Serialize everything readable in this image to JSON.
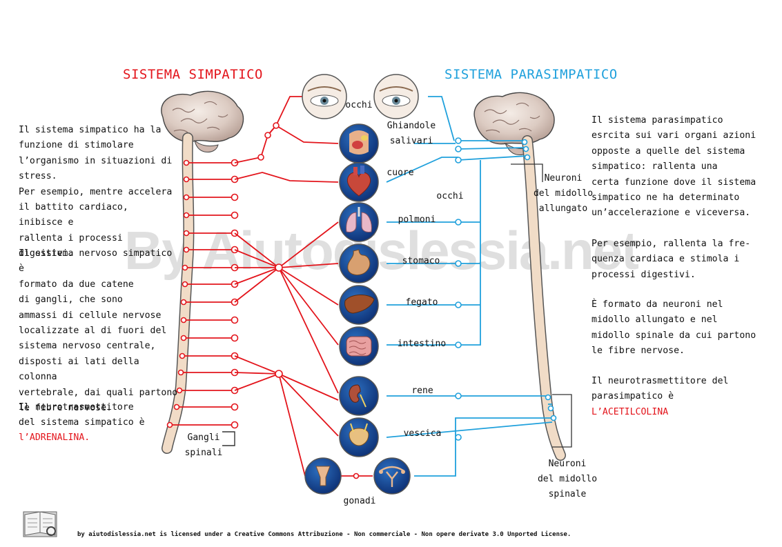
{
  "titles": {
    "sympathetic": "SISTEMA SIMPATICO",
    "parasympathetic": "SISTEMA PARASIMPATICO"
  },
  "colors": {
    "sympathetic": "#e3141b",
    "parasympathetic": "#1fa0dc"
  },
  "left_text": {
    "p1": "Il sistema simpatico ha la\nfunzione di stimolare\nl’organismo in situazioni di\nstress.\nPer esempio, mentre accelera\nil battito cardiaco, inibisce e\nrallenta i processi digestivi.",
    "p2": "Il sistema nervoso simpatico è\nformato da due catene\ndi gangli, che sono\nammassi di cellule nervose\nlocalizzate al di fuori del\nsistema nervoso centrale,\ndisposti ai lati della colonna\nvertebrale, dai quali partono\nle fibre nervose.",
    "p3": "Il neurotrasmettitore\ndel sistema simpatico è",
    "neurotransmitter": "l’ADRENALINA."
  },
  "right_text": {
    "p1": "Il sistema parasimpatico\nesrcita sui vari organi azioni\nopposte a quelle del sistema\nsimpatico: rallenta una\ncerta funzione dove il sistema\nsimpatico ne ha determinato\nun’accelerazione e viceversa.",
    "p2": "Per esempio, rallenta la fre-\nquenza cardiaca e stimola i\nprocessi digestivi.",
    "p3": "È formato da neuroni nel\nmidollo allungato e nel\nmidollo spinale da cui partono\nle fibre nervose.",
    "p4": "Il neurotrasmettitore del\nparasimpatico è",
    "neurotransmitter": "L’ACETILCOLINA"
  },
  "organs": [
    {
      "name": "occhi",
      "icon": "eyes-icon"
    },
    {
      "name": "Ghiandole\nsalivari",
      "icon": "salivary-glands-icon"
    },
    {
      "name": "cuore",
      "icon": "heart-icon"
    },
    {
      "name": "occhi",
      "icon": "eyes-icon"
    },
    {
      "name": "polmoni",
      "icon": "lungs-icon"
    },
    {
      "name": "stomaco",
      "icon": "stomach-icon"
    },
    {
      "name": "fegato",
      "icon": "liver-icon"
    },
    {
      "name": "intestino",
      "icon": "intestine-icon"
    },
    {
      "name": "rene",
      "icon": "kidney-icon"
    },
    {
      "name": "vescica",
      "icon": "bladder-icon"
    },
    {
      "name": "gonadi",
      "icon": "gonads-icon"
    }
  ],
  "labels": {
    "spinal_ganglia": "Gangli\nspinali",
    "medulla_neurons": "Neuroni\ndel midollo\nallungato",
    "spinal_neurons": "Neuroni\ndel midollo\nspinale"
  },
  "watermark": "By Aiutodislessia.net",
  "footer": "by aiutodislessia.net is licensed under a Creative Commons Attribuzione - Non commerciale - Non opere derivate 3.0 Unported License."
}
